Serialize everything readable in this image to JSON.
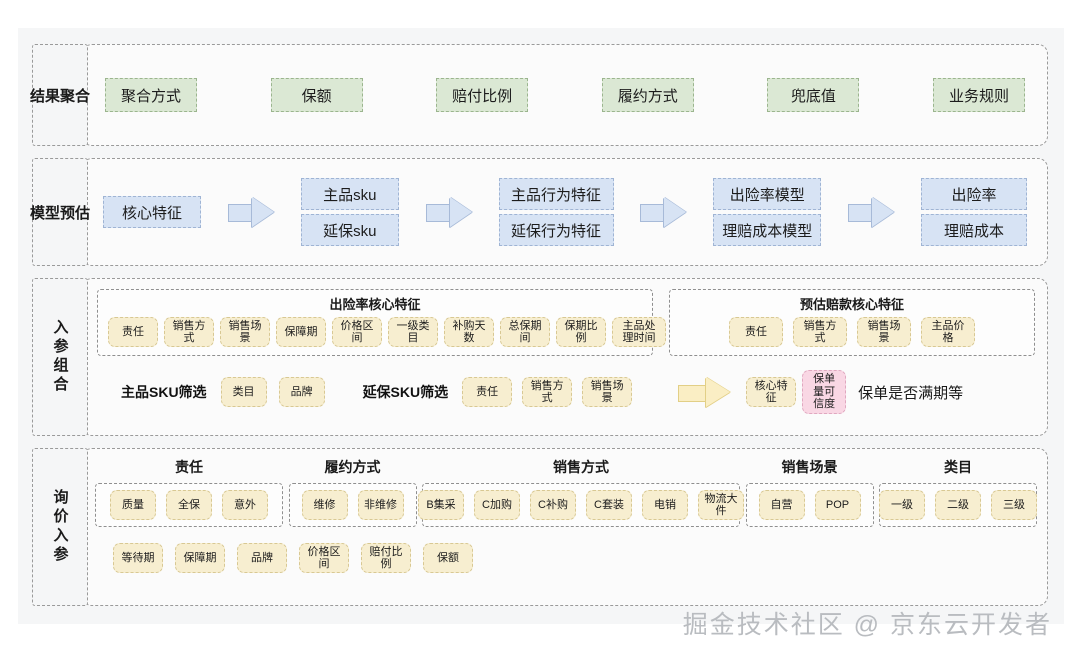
{
  "diagram": {
    "watermark": "掘金技术社区 @ 京东云开发者",
    "colors": {
      "sheet_bg": "#f5f6f7",
      "chip_green": "#dbe8d4",
      "chip_blue": "#d7e3f4",
      "chip_yellow": "#f7eed0",
      "chip_pink": "#f9d7e4",
      "dash_border": "#9a9a9a"
    },
    "rows": {
      "result": {
        "label": "结果聚合",
        "chips": [
          "聚合方式",
          "保额",
          "赔付比例",
          "履约方式",
          "兜底值",
          "业务规则"
        ]
      },
      "model": {
        "label": "模型预估",
        "stage1": [
          "核心特征"
        ],
        "stage2": [
          "主品sku",
          "延保sku"
        ],
        "stage3": [
          "主品行为特征",
          "延保行为特征"
        ],
        "stage4": [
          "出险率模型",
          "理赔成本模型"
        ],
        "stage5": [
          "出险率",
          "理赔成本"
        ]
      },
      "combo": {
        "label": "入参组合",
        "group_left": {
          "title": "出险率核心特征",
          "chips": [
            "责任",
            "销售方式",
            "销售场景",
            "保障期",
            "价格区间",
            "一级类目",
            "补购天数",
            "总保期间",
            "保期比例",
            "主品处理时间"
          ]
        },
        "group_right": {
          "title": "预估赔款核心特征",
          "chips": [
            "责任",
            "销售方式",
            "销售场景",
            "主品价格"
          ]
        },
        "filter_main_label": "主品SKU筛选",
        "filter_main_chips": [
          "类目",
          "品牌"
        ],
        "filter_ext_label": "延保SKU筛选",
        "filter_ext_chips": [
          "责任",
          "销售方式",
          "销售场景"
        ],
        "result_chips_yellow": [
          "核心特征"
        ],
        "result_chip_pink": "保单量可信度",
        "result_text": "保单是否满期等"
      },
      "quote": {
        "label": "询价入参",
        "groups": [
          {
            "title": "责任",
            "chips": [
              "质量",
              "全保",
              "意外"
            ]
          },
          {
            "title": "履约方式",
            "chips": [
              "维修",
              "非维修"
            ]
          },
          {
            "title": "销售方式",
            "chips": [
              "B集采",
              "C加购",
              "C补购",
              "C套装",
              "电销",
              "物流大件"
            ]
          },
          {
            "title": "销售场景",
            "chips": [
              "自营",
              "POP"
            ]
          },
          {
            "title": "类目",
            "chips": [
              "一级",
              "二级",
              "三级"
            ]
          }
        ],
        "extra_chips": [
          "等待期",
          "保障期",
          "品牌",
          "价格区间",
          "赔付比例",
          "保额"
        ]
      }
    }
  }
}
